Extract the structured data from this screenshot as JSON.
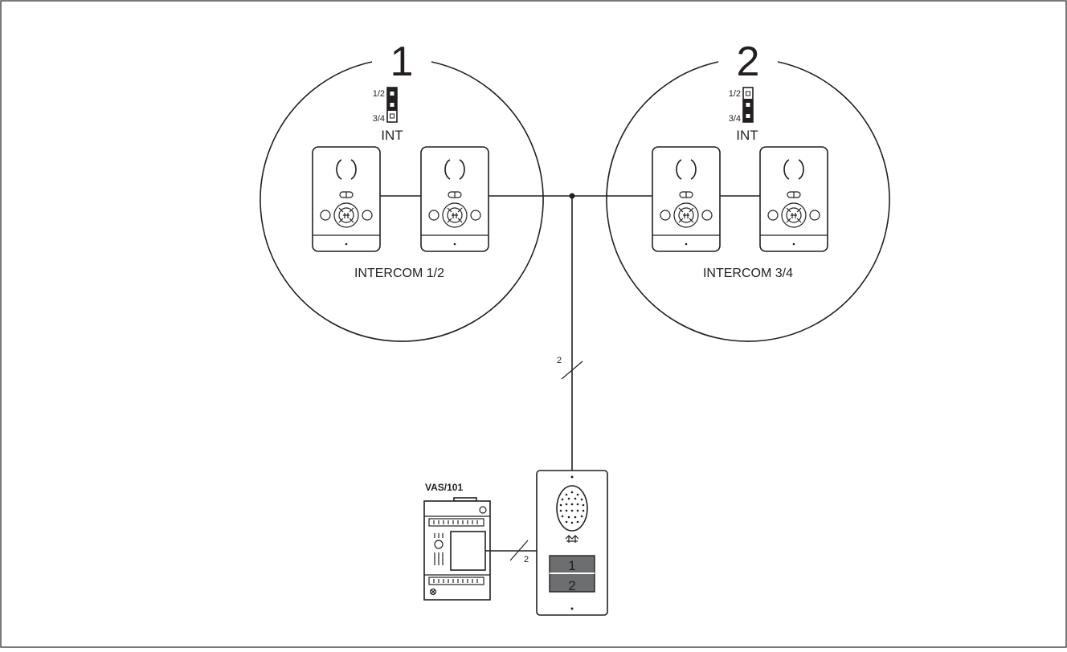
{
  "zones": [
    {
      "number": "1",
      "jumper": {
        "top_label": "1/2",
        "bottom_label": "3/4",
        "caption": "INT",
        "setting": "1/2"
      },
      "group_label": "INTERCOM 1/2"
    },
    {
      "number": "2",
      "jumper": {
        "top_label": "1/2",
        "bottom_label": "3/4",
        "caption": "INT",
        "setting": "3/4"
      },
      "group_label": "INTERCOM 3/4"
    }
  ],
  "bus": {
    "wire_count_label": "2"
  },
  "power_supply": {
    "model": "VAS/101",
    "wire_count_label": "2"
  },
  "door_panel": {
    "buttons": [
      "1",
      "2"
    ]
  },
  "colors": {
    "line": "#231f20",
    "background": "#ffffff",
    "button_grey": "#6d6e70"
  }
}
